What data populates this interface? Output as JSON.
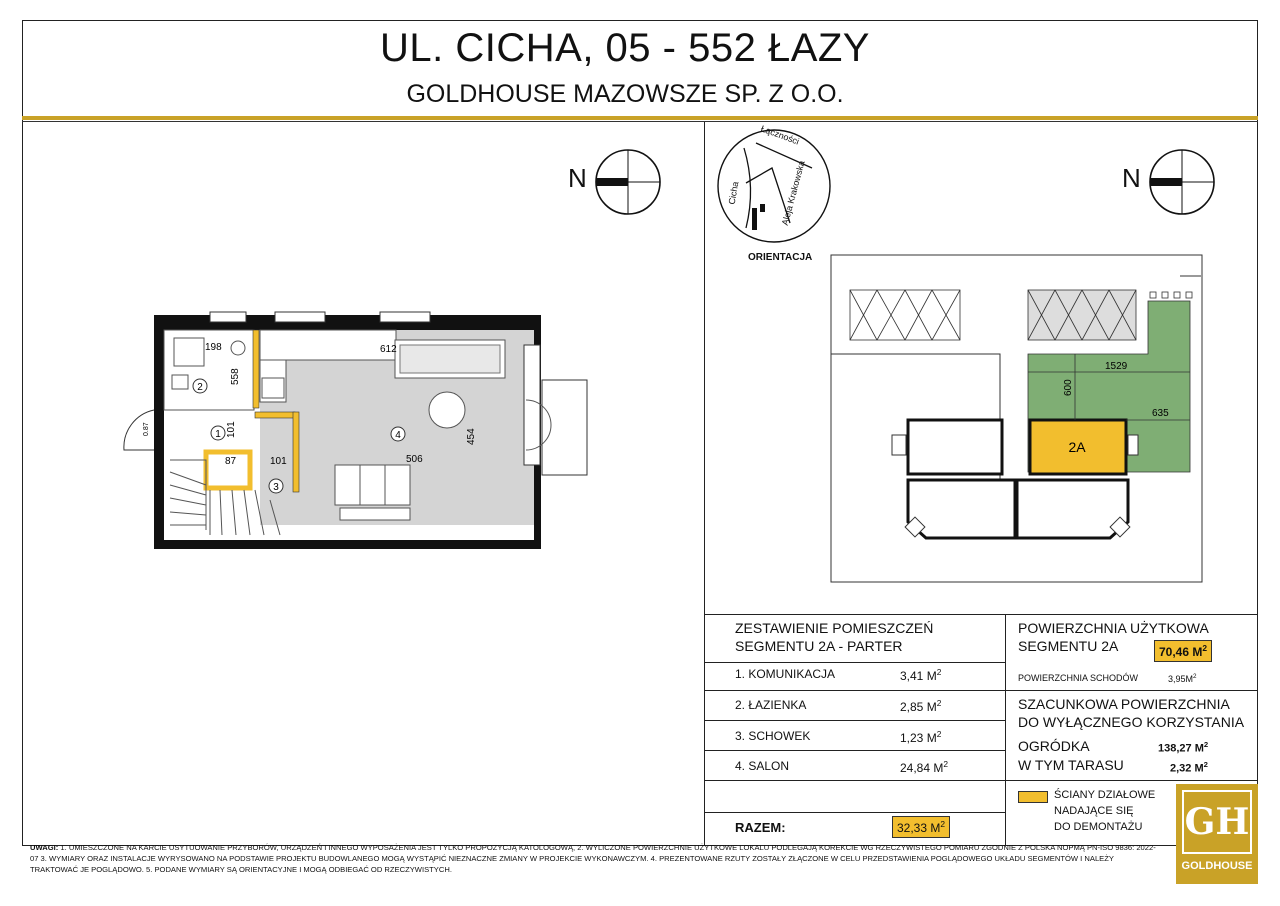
{
  "header": {
    "title": "UL. CICHA,  05 - 552 ŁAZY",
    "subtitle": "GOLDHOUSE MAZOWSZE SP. Z O.O."
  },
  "compass": {
    "north_label": "N"
  },
  "orientation_map": {
    "streets": [
      "Łączności",
      "Cicha",
      "Aleja Krakowska"
    ],
    "caption": "ORIENTACJA"
  },
  "plan": {
    "dims": [
      "198",
      "558",
      "101",
      "87",
      "101",
      "612",
      "454",
      "506"
    ],
    "room_numbers": [
      "1",
      "2",
      "3",
      "4"
    ],
    "door_label": "0.87"
  },
  "site_plan": {
    "dims": [
      "1529",
      "600",
      "635"
    ],
    "unit_label": "2A"
  },
  "rooms_table": {
    "heading_line1": "ZESTAWIENIE POMIESZCZEŃ",
    "heading_line2": "SEGMENTU 2A - PARTER",
    "rows": [
      {
        "name": "1. KOMUNIKACJA",
        "area": "3,41 M",
        "unit_sup": "2"
      },
      {
        "name": "2. ŁAZIENKA",
        "area": "2,85 M",
        "unit_sup": "2"
      },
      {
        "name": "3. SCHOWEK",
        "area": "1,23 M",
        "unit_sup": "2"
      },
      {
        "name": "4. SALON",
        "area": "24,84 M",
        "unit_sup": "2"
      }
    ],
    "total_label": "RAZEM:",
    "total_value": "32,33 M",
    "total_sup": "2"
  },
  "usable_area": {
    "heading_line1": "POWIERZCHNIA UŻYTKOWA",
    "heading_line2": "SEGMENTU 2A",
    "value": "70,46 M",
    "value_sup": "2",
    "stairs_label": "POWIERZCHNIA SCHODÓW",
    "stairs_value": "3,95M",
    "stairs_sup": "2"
  },
  "garden": {
    "heading_line1": "SZACUNKOWA POWIERZCHNIA",
    "heading_line2": "DO WYŁĄCZNEGO KORZYSTANIA",
    "garden_label": "OGRÓDKA",
    "garden_value": "138,27 M",
    "garden_sup": "2",
    "terrace_label": "W TYM TARASU",
    "terrace_value": "2,32 M",
    "terrace_sup": "2"
  },
  "legend": {
    "line1": "ŚCIANY DZIAŁOWE",
    "line2": "NADAJĄCE SIĘ",
    "line3": "DO DEMONTAŻU",
    "color": "#f2be2e"
  },
  "logo": {
    "text": "GOLDHOUSE",
    "initials": "GH"
  },
  "notes": {
    "label": "UWAGI:",
    "text": "1. UMIESZCZONE NA KARCIE USYTUOWANIE PRZYBORÓW, URZĄDZEŃ I INNEGO WYPOSAŻENIA JEST TYLKO PROPOZYCJĄ KATOLOGOWĄ, 2. WYLICZONE POWIERZCHNIE UŻYTKOWE LOKALU PODLEGAJĄ KOREKCIE WG RZECZYWISTEGO POMIARU ZGODNIE Z POLSKA NOPMĄ PN-ISO 9836: 2022-07 3. WYMIARY ORAZ INSTALACJE WYRYSOWANO NA PODSTAWIE PROJEKTU BUDOWLANEGO MOGĄ WYSTĄPIĆ NIEZNACZNE ZMIANY W PROJEKCIE WYKONAWCZYM. 4. PREZENTOWANE RZUTY ZOSTAŁY ZŁĄCZONE W CELU PRZEDSTAWIENIA POGLĄDOWEGO UKŁADU SEGMENTÓW I NALEŻY TRAKTOWAĆ JE POGLĄDOWO. 5. PODANE WYMIARY SĄ ORIENTACYJNE I MOGĄ ODBIEGAĆ OD RZECZYWISTYCH."
  },
  "colors": {
    "gold": "#c9a227",
    "wall_yellow": "#f2be2e",
    "garden_green": "#7fae74",
    "floor_gray": "#d4d4d4"
  }
}
